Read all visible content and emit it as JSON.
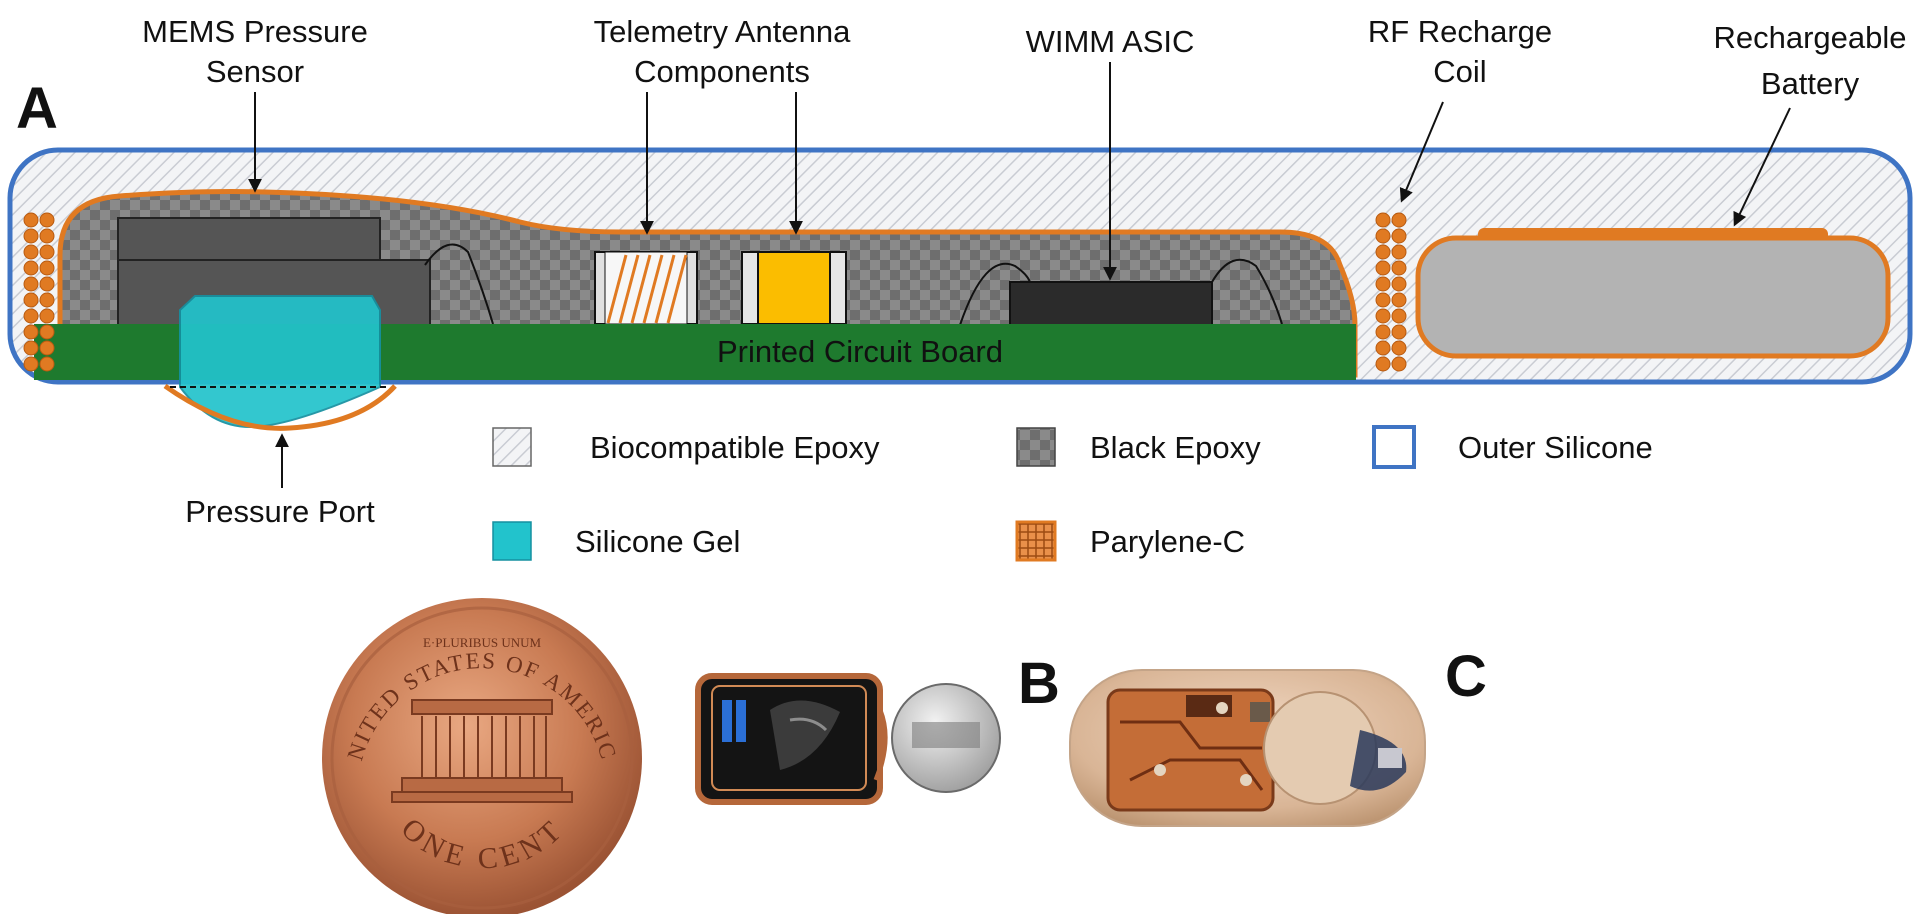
{
  "panels": {
    "a": "A",
    "b": "B",
    "c": "C"
  },
  "callouts": {
    "mems_line1": "MEMS Pressure",
    "mems_line2": "Sensor",
    "telemetry_line1": "Telemetry Antenna",
    "telemetry_line2": "Components",
    "asic": "WIMM ASIC",
    "rf_line1": "RF Recharge",
    "rf_line2": "Coil",
    "battery_line1": "Rechargeable",
    "battery_line2": "Battery",
    "pressure_port": "Pressure Port",
    "pcb": "Printed Circuit Board"
  },
  "legend": {
    "bio_epoxy": "Biocompatible Epoxy",
    "black_epoxy": "Black Epoxy",
    "outer_silicone": "Outer Silicone",
    "silicone_gel": "Silicone Gel",
    "parylene": "Parylene-C"
  },
  "coin_text": {
    "top_arc": "UNITED STATES OF AMERICA",
    "motto": "E·PLURIBUS UNUM",
    "bottom_arc": "ONE CENT"
  },
  "colors": {
    "outer_silicone": "#3f74c4",
    "parylene": "#e07a22",
    "pcb": "#1e7a2e",
    "silicone_gel": "#22c3cc",
    "antenna_component": "#fbbd00",
    "asic": "#2b2b2b",
    "battery": "#b3b3b3",
    "sensor": "#555555"
  }
}
